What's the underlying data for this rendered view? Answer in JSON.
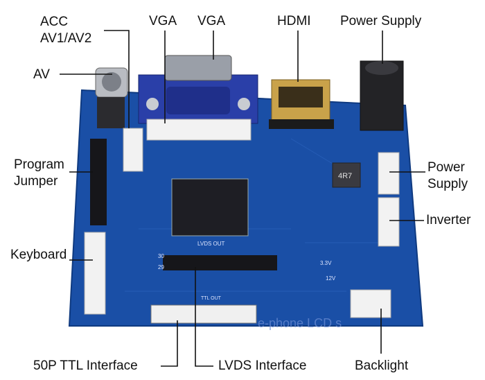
{
  "labels": {
    "acc": "ACC\nAV1/AV2",
    "vga_left": "VGA",
    "vga_right": "VGA",
    "hdmi": "HDMI",
    "power_supply_top": "Power Supply",
    "av": "AV",
    "program_jumper": "Program\nJumper",
    "power_supply_right": "Power\nSupply",
    "inverter": "Inverter",
    "keyboard": "Keyboard",
    "ttl_interface": "50P TTL Interface",
    "lvds_interface": "LVDS Interface",
    "backlight": "Backlight"
  },
  "board_text": {
    "lvds_out": "LVDS OUT",
    "ttl_out": "TTL OUT",
    "inductor": "4R7",
    "v33": "3.3V",
    "v12": "12V",
    "pin30": "30",
    "pin29": "29",
    "watermark": "e-phone LCD s"
  },
  "colors": {
    "board": "#1a4fa6",
    "board_dark": "#0f3a80",
    "vga_blue": "#2a3fa8",
    "connector_white": "#f2f2f2",
    "chip": "#1e1e24",
    "gold": "#c9a24a",
    "line": "#111111"
  }
}
